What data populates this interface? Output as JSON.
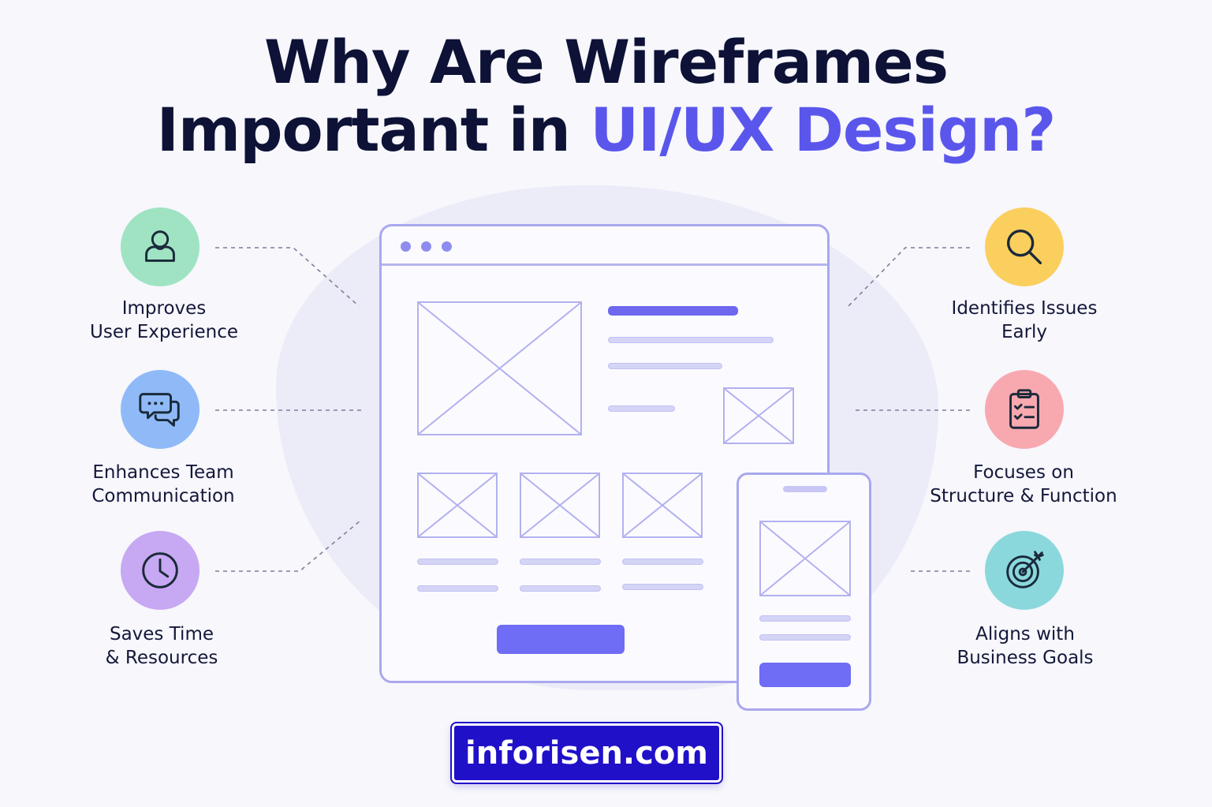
{
  "title": {
    "line1": "Why Are Wireframes",
    "line2_prefix": "Important in ",
    "line2_accent": "UI/UX Design?"
  },
  "colors": {
    "accent": "#5a56ec",
    "title": "#0d1236",
    "badge": "#2010c8",
    "wireframe_stroke": "#a9a8ee"
  },
  "benefits_left": [
    {
      "icon": "user-icon",
      "color": "#9fe3c3",
      "line1": "Improves",
      "line2": "User Experience"
    },
    {
      "icon": "chat-bubbles-icon",
      "color": "#8fbaf7",
      "line1": "Enhances Team",
      "line2": "Communication"
    },
    {
      "icon": "clock-icon",
      "color": "#c7a8f3",
      "line1": "Saves Time",
      "line2": "& Resources"
    }
  ],
  "benefits_right": [
    {
      "icon": "magnifier-icon",
      "color": "#fbcf5e",
      "line1": "Identifies Issues",
      "line2": "Early"
    },
    {
      "icon": "clipboard-checklist-icon",
      "color": "#f8a9b0",
      "line1": "Focuses on",
      "line2": "Structure & Function"
    },
    {
      "icon": "target-icon",
      "color": "#8ad8dc",
      "line1": "Aligns with",
      "line2": "Business Goals"
    }
  ],
  "footer": {
    "site": "inforisen.com"
  }
}
